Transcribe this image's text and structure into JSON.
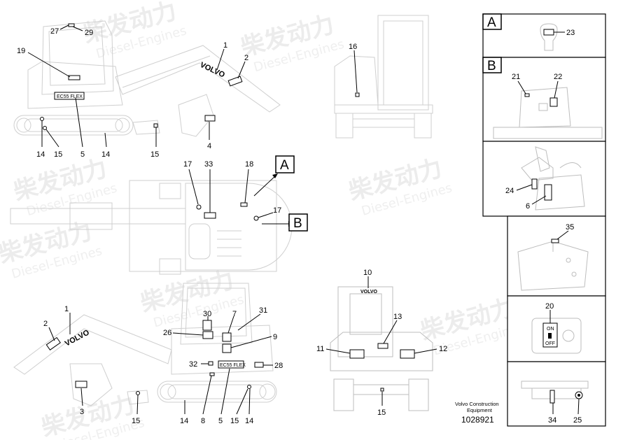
{
  "watermark": {
    "cn_text": "柴发动力",
    "en_text": "Diesel-Engines"
  },
  "sections": {
    "a_label": "A",
    "b_label": "B"
  },
  "callouts": {
    "c27": "27",
    "c29": "29",
    "c19": "19",
    "c1": "1",
    "c2": "2",
    "c14a": "14",
    "c15a": "15",
    "c5a": "5",
    "c14b": "14",
    "c15b": "15",
    "c4": "4",
    "c16": "16",
    "c17a": "17",
    "c33": "33",
    "c18": "18",
    "c17b": "17",
    "c1b": "1",
    "c2b": "2",
    "c3": "3",
    "c15c": "15",
    "c26": "26",
    "c30": "30",
    "c7": "7",
    "c31": "31",
    "c9": "9",
    "c32": "32",
    "c28": "28",
    "c14c": "14",
    "c8": "8",
    "c5b": "5",
    "c15d": "15",
    "c14d": "14",
    "c10": "10",
    "c13": "13",
    "c11": "11",
    "c12": "12",
    "c15e": "15",
    "c23": "23",
    "c21": "21",
    "c22": "22",
    "c24": "24",
    "c6": "6",
    "c35": "35",
    "c20": "20",
    "c34": "34",
    "c25": "25"
  },
  "decals": {
    "volvo_upper": "VOLVO",
    "volvo_lower": "VOLVO",
    "volvo_rear": "VOLVO",
    "model_upper": "EC55 FLEX",
    "model_lower": "EC55 FLEX",
    "switch_on": "ON",
    "switch_off": "OFF"
  },
  "footer": {
    "company_line1": "Volvo Construction",
    "company_line2": "Equipment",
    "drawing_number": "1028921"
  }
}
